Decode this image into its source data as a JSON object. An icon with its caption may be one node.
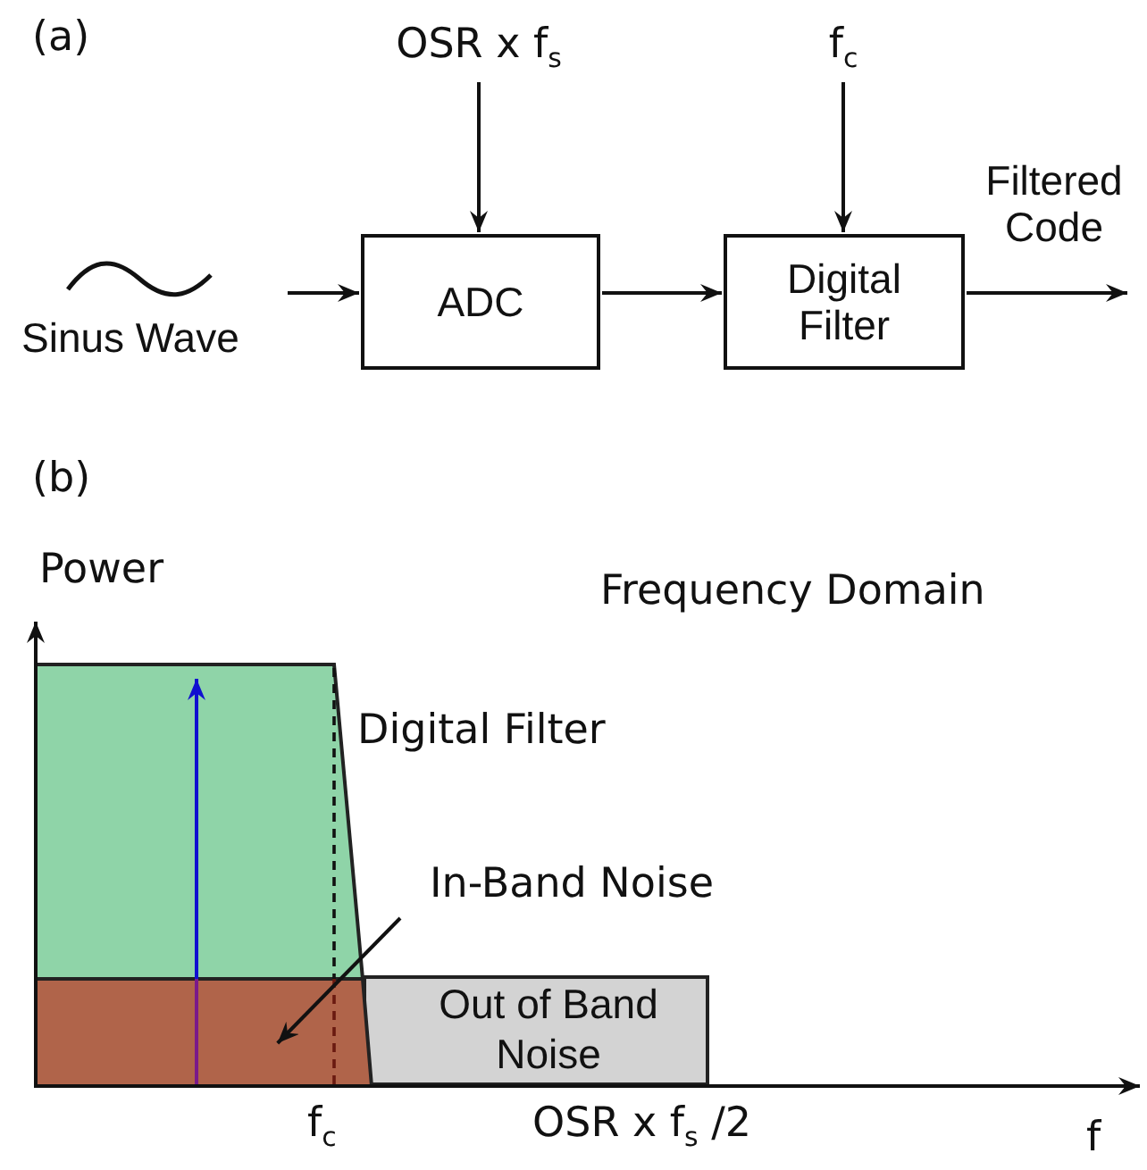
{
  "diagram": {
    "nodes": [
      {
        "text": [
          "OSR x f$_{s}$"
        ]
      },
      {
        "text": [
          "f$_{c}$"
        ]
      },
      {
        "text": [
          "Sinus Wave"
        ]
      },
      {
        "text": [
          "ADC"
        ]
      },
      {
        "text": [
          "Digital Filter"
        ]
      },
      {
        "text": [
          "In-Band Noise"
        ]
      },
      {
        "text": [],
        "shape": "box"
      },
      {
        "text": [
          "Out of Band Noise"
        ]
      }
    ],
    "edges": [
      {
        "from": 0,
        "to": 3,
        "arrow": "to"
      },
      {
        "from": 1,
        "to": 4,
        "arrow": "to"
      },
      {
        "from": 2,
        "to": 3,
        "arrow": "to"
      },
      {
        "from": 3,
        "to": 4,
        "arrow": "to"
      },
      {
        "from": 4,
        "to": null,
        "label": "Filtered Code",
        "arrow": "to"
      },
      {
        "from": 5,
        "to": 6,
        "arrow": "to"
      }
    ],
    "labels": [
      "(a)",
      "(b)",
      "Power",
      "Frequency Domain",
      "Digital Filter",
      "f$_{c}$",
      "OSR x f$_{s}$ /2",
      "f"
    ]
  }
}
